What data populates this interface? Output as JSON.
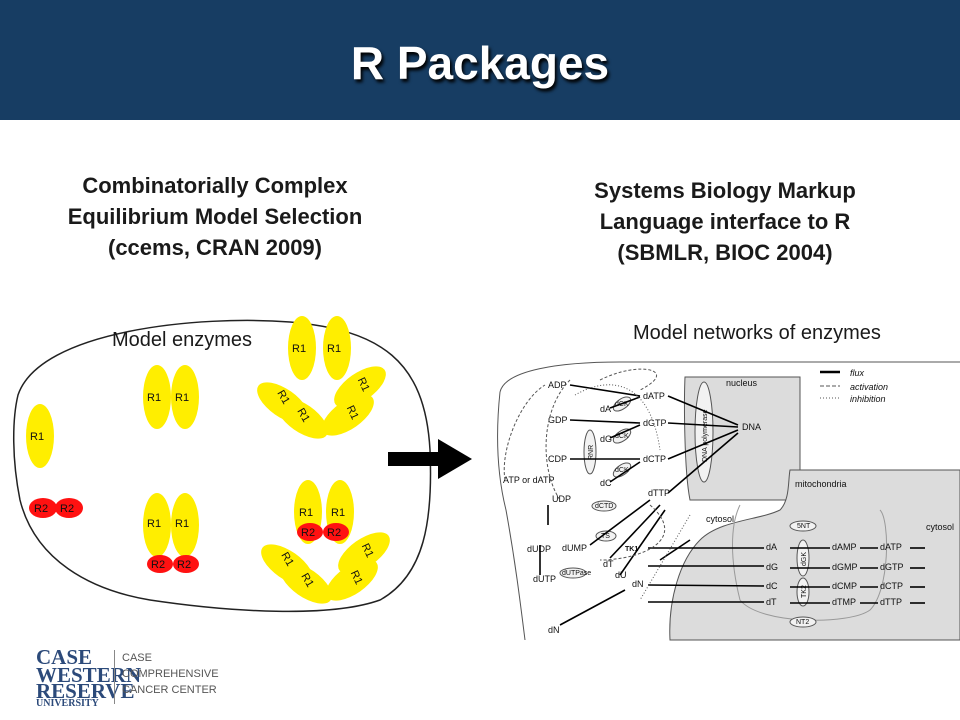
{
  "title": "R Packages",
  "left": {
    "heading": [
      "Combinatorially Complex",
      "Equilibrium Model Selection",
      "(ccems, CRAN 2009)"
    ],
    "caption": "Model enzymes",
    "r1": "R1",
    "r2": "R2"
  },
  "right": {
    "heading": [
      "Systems Biology Markup",
      "Language interface to R",
      "(SBMLR, BIOC 2004)"
    ],
    "caption": "Model networks of enzymes",
    "legend": [
      "flux",
      "activation",
      "inhibition"
    ],
    "compartments": [
      "nucleus",
      "mitochondria",
      "cytosol",
      "cytosol"
    ],
    "metabolites": [
      "ADP",
      "GDP",
      "CDP",
      "UDP",
      "ATP or dATP",
      "dATP",
      "dGTP",
      "dCTP",
      "dTTP",
      "dA",
      "dG",
      "dC",
      "dUDP",
      "dUMP",
      "dUTP",
      "dT",
      "dU",
      "dN",
      "dN",
      "DNA",
      "dA",
      "dG",
      "dC",
      "dT",
      "dAMP",
      "dGMP",
      "dCMP",
      "dTMP",
      "dATP",
      "dGTP",
      "dCTP",
      "dTTP"
    ],
    "enzymes": [
      "RNR",
      "dCK",
      "dCK",
      "dCK",
      "DNA polymerase",
      "dCTD",
      "TS",
      "TK1",
      "dUTPase",
      "5NT",
      "dGK",
      "TK2",
      "NT2"
    ]
  },
  "logo": {
    "lines": [
      "CASE",
      "WESTERN",
      "RESERVE",
      "UNIVERSITY"
    ],
    "center": [
      "CASE",
      "COMPREHENSIVE",
      "CANCER CENTER"
    ]
  },
  "colors": {
    "header": "#173d63",
    "r1": "#ffee00",
    "r2": "#ff0000"
  }
}
